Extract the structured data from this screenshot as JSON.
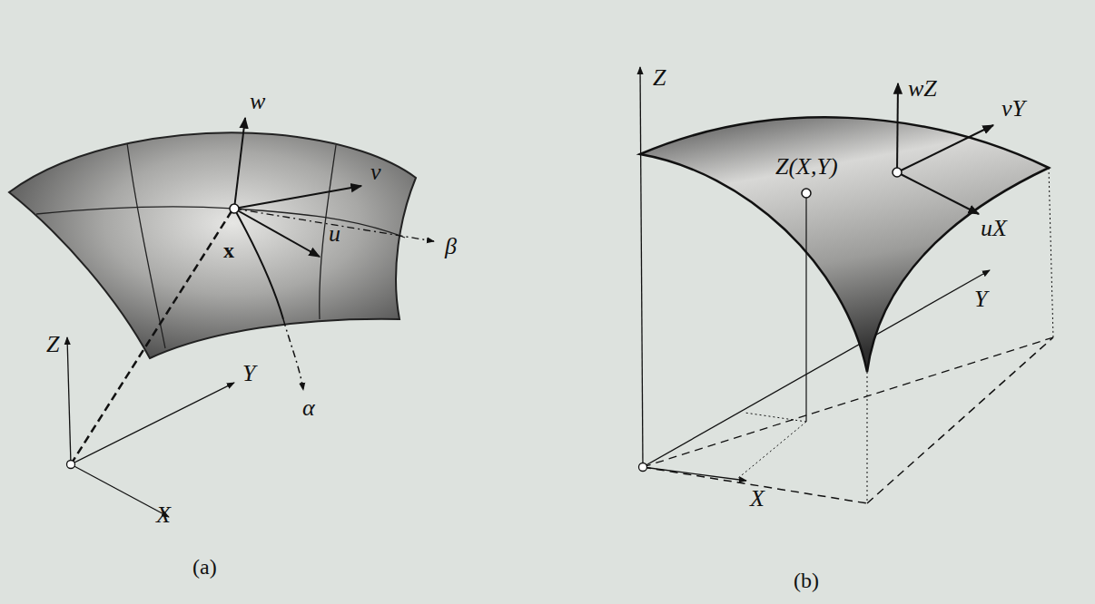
{
  "diagram": {
    "labels": [
      "w",
      "v",
      "β",
      "x",
      "u",
      "α",
      "Z",
      "Y",
      "X",
      "(a)",
      "Z",
      "wZ",
      "vY",
      "Z(X,Y)",
      "uX",
      "Y",
      "X",
      "(b)"
    ]
  }
}
